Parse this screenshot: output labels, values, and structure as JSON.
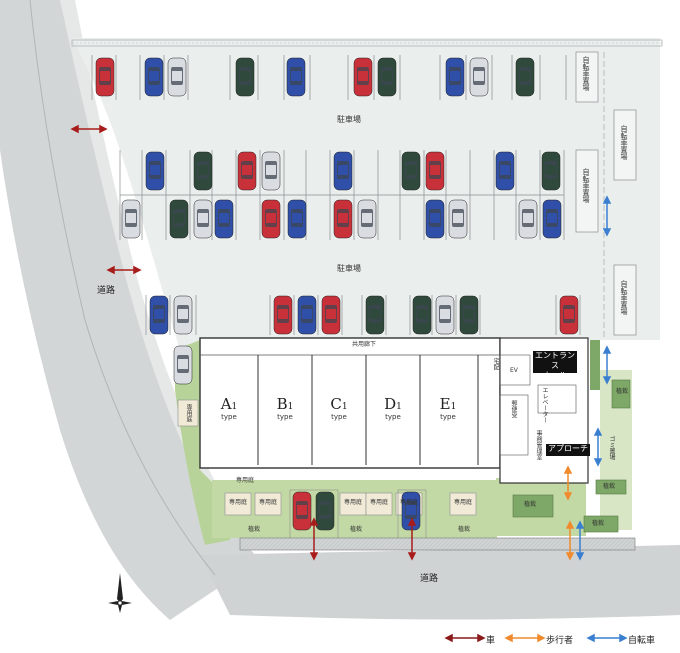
{
  "map": {
    "areas": {
      "parking_top": "駐車場",
      "parking_mid": "駐車場",
      "bicycle_parking_1": "自転車置場",
      "bicycle_parking_2": "自転車置場",
      "bicycle_parking_3": "自転車置場",
      "bicycle_parking_4": "自転車置場",
      "road_west": "道路",
      "road_south": "道路",
      "common_corridor": "共用廊下",
      "entrance_hall_line1": "エントランス",
      "entrance_hall_line2": "ホール",
      "approach": "アプローチ",
      "ev": "EV",
      "elevator_hall": "エレベーター",
      "mailbox": "郵便受",
      "delivery_box": "宅配",
      "management": "事務管理室",
      "trash": "ゴミ置場",
      "planting_labels": [
        "植栽",
        "植栽",
        "植栽",
        "植栽",
        "植栽",
        "植栽",
        "植栽"
      ],
      "private_gardens": [
        "専用庭",
        "専用庭",
        "専用庭",
        "専用庭",
        "専用庭",
        "専用庭",
        "専用庭"
      ],
      "private_garden_side": "専用庭"
    },
    "units": [
      {
        "letter": "A",
        "sub": "1",
        "type": "type"
      },
      {
        "letter": "B",
        "sub": "1",
        "type": "type"
      },
      {
        "letter": "C",
        "sub": "1",
        "type": "type"
      },
      {
        "letter": "D",
        "sub": "1",
        "type": "type"
      },
      {
        "letter": "E",
        "sub": "1",
        "type": "type"
      }
    ],
    "legend": [
      {
        "label": "車",
        "color": "#8b1a1a"
      },
      {
        "label": "歩行者",
        "color": "#f08a2c"
      },
      {
        "label": "自転車",
        "color": "#3a7fd0"
      }
    ],
    "colors": {
      "parking_floor": "#eaeeed",
      "road": "#d3d6d6",
      "lawn": "#b8d39a",
      "planting": "#7ea867",
      "car_red": "#c9313a",
      "car_blue": "#2f4fa8",
      "car_green": "#2f4a3c",
      "car_white": "#d9dde2"
    }
  }
}
